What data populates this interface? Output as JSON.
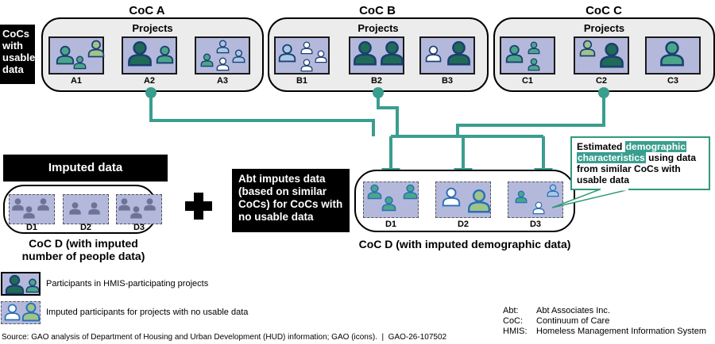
{
  "sidebar_label": "CoCs with usable data",
  "cocs": [
    {
      "title": "CoC A",
      "projects_label": "Projects",
      "projects": [
        "A1",
        "A2",
        "A3"
      ]
    },
    {
      "title": "CoC B",
      "projects_label": "Projects",
      "projects": [
        "B1",
        "B2",
        "B3"
      ]
    },
    {
      "title": "CoC C",
      "projects_label": "Projects",
      "projects": [
        "C1",
        "C2",
        "C3"
      ]
    }
  ],
  "imputed": {
    "header": "Imputed data",
    "cards": [
      "D1",
      "D2",
      "D3"
    ],
    "caption_line1": "CoC D (with imputed",
    "caption_line2": "number of people data)"
  },
  "plus_symbol": "+",
  "abt_box": "Abt imputes data (based on similar CoCs) for CoCs with no usable data",
  "coc_d_demo": {
    "cards": [
      "D1",
      "D2",
      "D3"
    ],
    "caption": "CoC D (with imputed demographic data)"
  },
  "callout": {
    "prefix": "Estimated ",
    "highlight1": "demographic",
    "highlight2": "characteristics",
    "suffix": " using data from similar CoCs with usable data"
  },
  "legend": [
    {
      "icon": "solid-border-people-icon",
      "text": "Participants in HMIS-participating projects"
    },
    {
      "icon": "dashed-border-people-icon",
      "text": "Imputed participants for projects with no usable data"
    }
  ],
  "abbreviations": [
    {
      "abbr": "Abt:",
      "full": "Abt Associates Inc."
    },
    {
      "abbr": "CoC:",
      "full": "Continuum of Care"
    },
    {
      "abbr": "HMIS:",
      "full": "Homeless Management Information System"
    }
  ],
  "source": "Source: GAO analysis of Department of Housing and Urban Development (HUD) information; GAO (icons).  |  GAO-26-107502",
  "colors": {
    "teal": "#3a9e8f",
    "dark_teal": "#1f6b57",
    "mid_teal": "#4aa68a",
    "light_green": "#9fc48a",
    "light_blue": "#a9c8e6",
    "white_person": "#ffffff",
    "gray_person": "#6c7396",
    "card_bg": "#b4b9dc",
    "navy_outline": "#1c3f73"
  }
}
